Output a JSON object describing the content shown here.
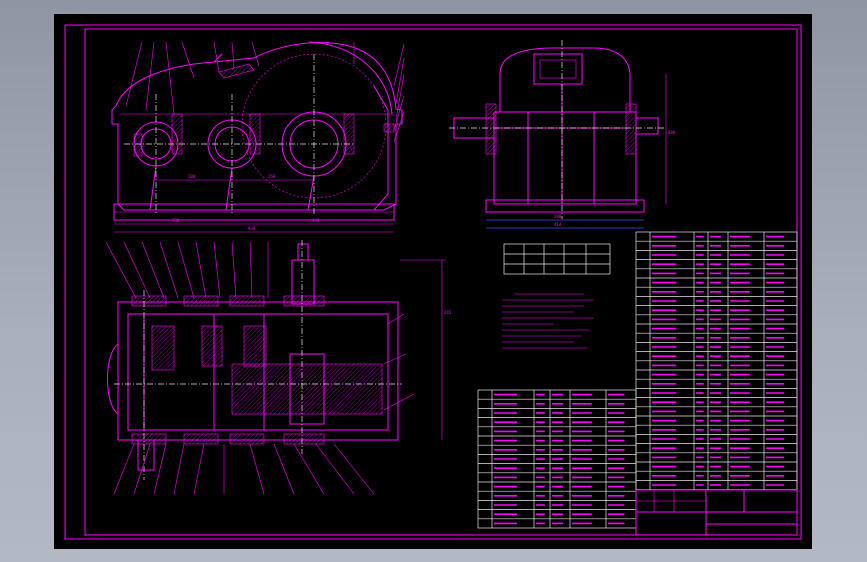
{
  "window": {
    "title": ""
  },
  "views": {
    "front_dims": [
      "200",
      "250",
      "330",
      "330",
      "930"
    ],
    "side_dims": [
      "200",
      "414",
      "480"
    ],
    "plan_dims": [
      "245"
    ]
  },
  "title_block": {
    "drawing_no": ""
  },
  "colors": {
    "background": "#000000",
    "linework": "#ff00ff",
    "dimension": "#3b52ff",
    "centerline": "#e8e8e8",
    "frame": "#9aa1ae"
  }
}
